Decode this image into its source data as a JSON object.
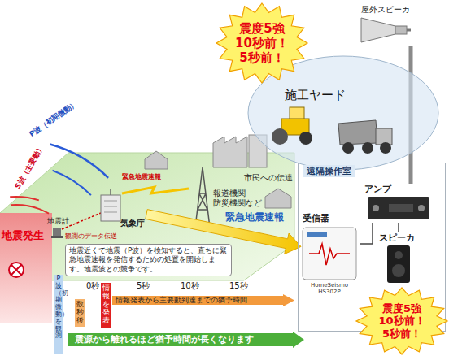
{
  "diagram": {
    "nodes": [
      {
        "text": [
          "震度5強 10秒前！ 5秒前！"
        ]
      },
      {
        "text": [
          "屋外スピーカ"
        ]
      },
      {
        "text": [
          "施工ヤード"
        ]
      },
      {
        "text": [
          "遠隔操作室"
        ]
      },
      {
        "text": [
          "アンプ"
        ],
        "in": 3
      },
      {
        "text": [
          "受信器",
          "HomeSeismo HS302P"
        ],
        "in": 3
      },
      {
        "text": [
          "スピーカ"
        ],
        "in": 3
      },
      {
        "text": [
          "震度5強 10秒前！ 5秒前！"
        ]
      },
      {
        "text": [
          "気象庁"
        ]
      },
      {
        "text": [
          "地震近くで地震（P波）を検知すると、直ちに緊急地震速報を発信するための処置を開始します。地震波との競争です。"
        ]
      },
      {
        "text": [
          "P波（初期微動）を観測"
        ]
      },
      {
        "text": [
          "数秒後"
        ]
      },
      {
        "text": [
          "情報を発表"
        ]
      },
      {
        "text": [
          "情報発表から主要動到達までの猶予時間"
        ]
      },
      {
        "text": [
          "震源から離れるほど猶予時間が長くなります"
        ]
      }
    ],
    "edges": [
      {
        "from": 8,
        "to": 5,
        "arrow": "to",
        "label": "緊急地震速報"
      },
      {
        "from": 5,
        "to": 4,
        "arrow": "none"
      },
      {
        "from": 4,
        "to": 6,
        "arrow": "none"
      },
      {
        "from": 4,
        "to": 1,
        "arrow": "none"
      }
    ],
    "labels": [
      "地震発生",
      "S波（主要動）",
      "P波（初期微動）",
      "地震計",
      "観測のデータ伝送",
      "緊急地震速報",
      "報道機関 防災機関など",
      "市民への伝達",
      "0秒",
      "5秒",
      "10秒",
      "15秒"
    ]
  }
}
